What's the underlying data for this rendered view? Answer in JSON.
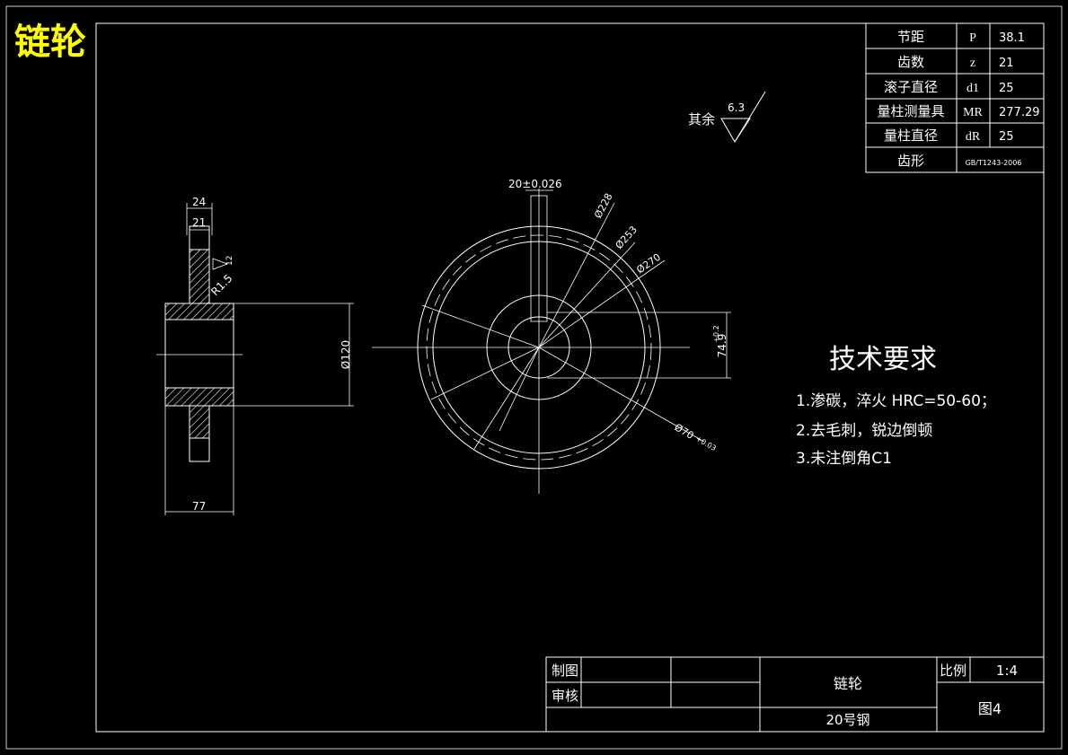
{
  "title": "链轮",
  "params": [
    {
      "label": "节距",
      "symbol": "P",
      "value": "38.1"
    },
    {
      "label": "齿数",
      "symbol": "z",
      "value": "21"
    },
    {
      "label": "滚子直径",
      "symbol": "d1",
      "value": "25"
    },
    {
      "label": "量柱测量具",
      "symbol": "MR",
      "value": "277.29"
    },
    {
      "label": "量柱直径",
      "symbol": "dR",
      "value": "25"
    },
    {
      "label": "齿形",
      "value": "GB/T1243-2006"
    }
  ],
  "roughness": {
    "label": "其余",
    "value": "6.3"
  },
  "dims": {
    "w24": "24",
    "w21": "21",
    "r": "R1.5",
    "rough": "12",
    "d120": "Ø120",
    "w77": "77",
    "key": "20±0.026",
    "d228": "Ø228",
    "d253": "Ø253",
    "d270": "Ø270",
    "t749": "74.9",
    "t749tol": "+0.2",
    "d70": "Ø70",
    "d70tol": "+0.03"
  },
  "tech": {
    "heading": "技术要求",
    "items": [
      "1.渗碳，淬火 HRC=50-60；",
      "2.去毛刺，锐边倒顿",
      "3.未注倒角C1"
    ]
  },
  "title_block": {
    "drawn": "制图",
    "checked": "审核",
    "name": "链轮",
    "material": "20号钢",
    "scale_label": "比例",
    "scale": "1:4",
    "drawing_no": "图4"
  },
  "colors": {
    "title": "#ffff00",
    "line": "#ffffff",
    "background": "#000000"
  }
}
